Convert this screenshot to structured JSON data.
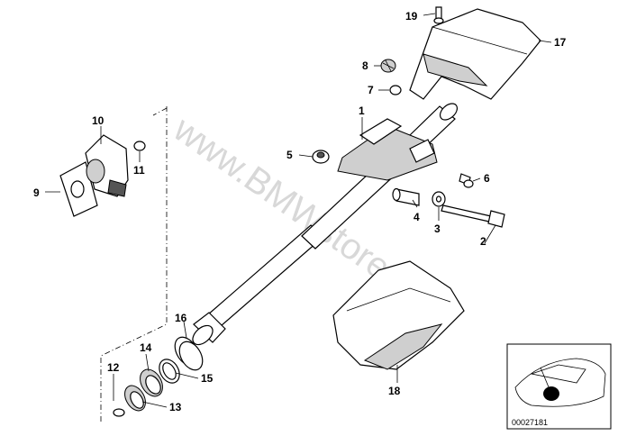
{
  "watermark": "www.BMWstore.com",
  "thumbnail_code": "00027181",
  "parts": [
    {
      "id": "1",
      "label": "1"
    },
    {
      "id": "2",
      "label": "2"
    },
    {
      "id": "3",
      "label": "3"
    },
    {
      "id": "4",
      "label": "4"
    },
    {
      "id": "5",
      "label": "5"
    },
    {
      "id": "6",
      "label": "6"
    },
    {
      "id": "7",
      "label": "7"
    },
    {
      "id": "8",
      "label": "8"
    },
    {
      "id": "9",
      "label": "9"
    },
    {
      "id": "10",
      "label": "10"
    },
    {
      "id": "11",
      "label": "11"
    },
    {
      "id": "12",
      "label": "12"
    },
    {
      "id": "13",
      "label": "13"
    },
    {
      "id": "14",
      "label": "14"
    },
    {
      "id": "15",
      "label": "15"
    },
    {
      "id": "16",
      "label": "16"
    },
    {
      "id": "17",
      "label": "17"
    },
    {
      "id": "18",
      "label": "18"
    },
    {
      "id": "19",
      "label": "19"
    }
  ]
}
